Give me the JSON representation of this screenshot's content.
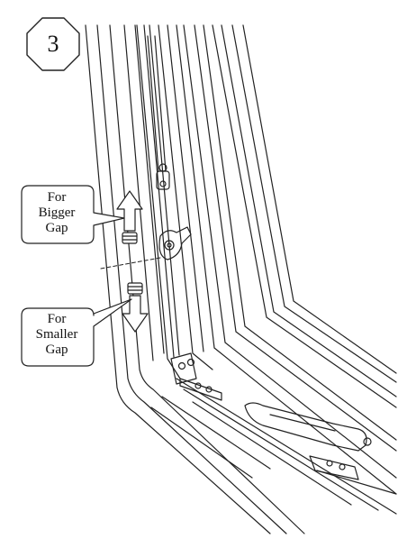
{
  "step": {
    "number": "3"
  },
  "callouts": {
    "bigger_gap": {
      "lines": [
        "For",
        "Bigger",
        "Gap"
      ]
    },
    "smaller_gap": {
      "lines": [
        "For",
        "Smaller",
        "Gap"
      ]
    }
  },
  "icons": {
    "up_arrow": "arrow-up-icon",
    "down_arrow": "arrow-down-icon"
  }
}
